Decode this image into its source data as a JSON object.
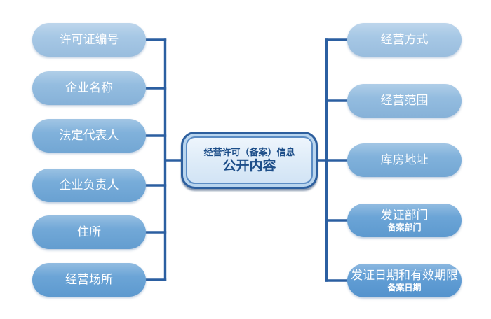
{
  "center_node": {
    "line1": "经营许可（备案）信息",
    "line2": "公开内容"
  },
  "nodes": {
    "left": [
      {
        "label": "许可证编号",
        "fill": "#9fc3e3"
      },
      {
        "label": "企业名称",
        "fill": "#8bb7dd"
      },
      {
        "label": "法定代表人",
        "fill": "#76abd8"
      },
      {
        "label": "企业负责人",
        "fill": "#6ca5d6"
      },
      {
        "label": "住所",
        "fill": "#66a1d4"
      },
      {
        "label": "经营场所",
        "fill": "#5f9dd3"
      }
    ],
    "right": [
      {
        "label": "经营方式",
        "fill": "#9fc3e3"
      },
      {
        "label": "经营范围",
        "fill": "#8bb7dd"
      },
      {
        "label": "库房地址",
        "fill": "#76abd8"
      },
      {
        "label": "发证部门",
        "sublabel": "备案部门",
        "fill": "#5f9dd3"
      },
      {
        "label": "发证日期和有效期限",
        "sublabel": "备案日期",
        "fill": "#5596d1"
      }
    ]
  },
  "colors": {
    "connector": "#2b5fa1",
    "center_border": "#2d5f9e",
    "center_ring": "#b9d5ee",
    "center_inner_border": "#5b8cc4",
    "center_text": "#1d4e89",
    "node_text": "#ffffff"
  }
}
